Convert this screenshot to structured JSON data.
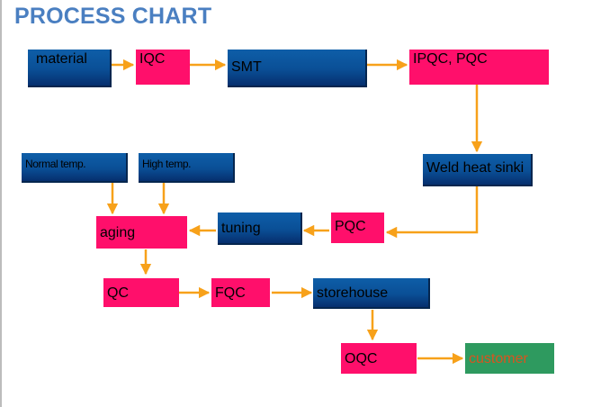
{
  "title": "PROCESS CHART",
  "nodes": {
    "material": "material",
    "iqc": "IQC",
    "smt": "SMT",
    "ipqc": "IPQC, PQC",
    "weld": "Weld heat sinki",
    "normal_temp": "Normal temp.",
    "high_temp": "High temp.",
    "aging": "aging",
    "tuning": "tuning",
    "pqc": "PQC",
    "qc": "QC",
    "fqc": "FQC",
    "storehouse": "storehouse",
    "oqc": "OQC",
    "customer": "customer"
  },
  "colors": {
    "blue_box": "#0a4f96",
    "pink_box": "#ff0f6b",
    "green_box": "#2e9a5f",
    "arrow": "#f7a11a",
    "title": "#4a7fc1"
  }
}
